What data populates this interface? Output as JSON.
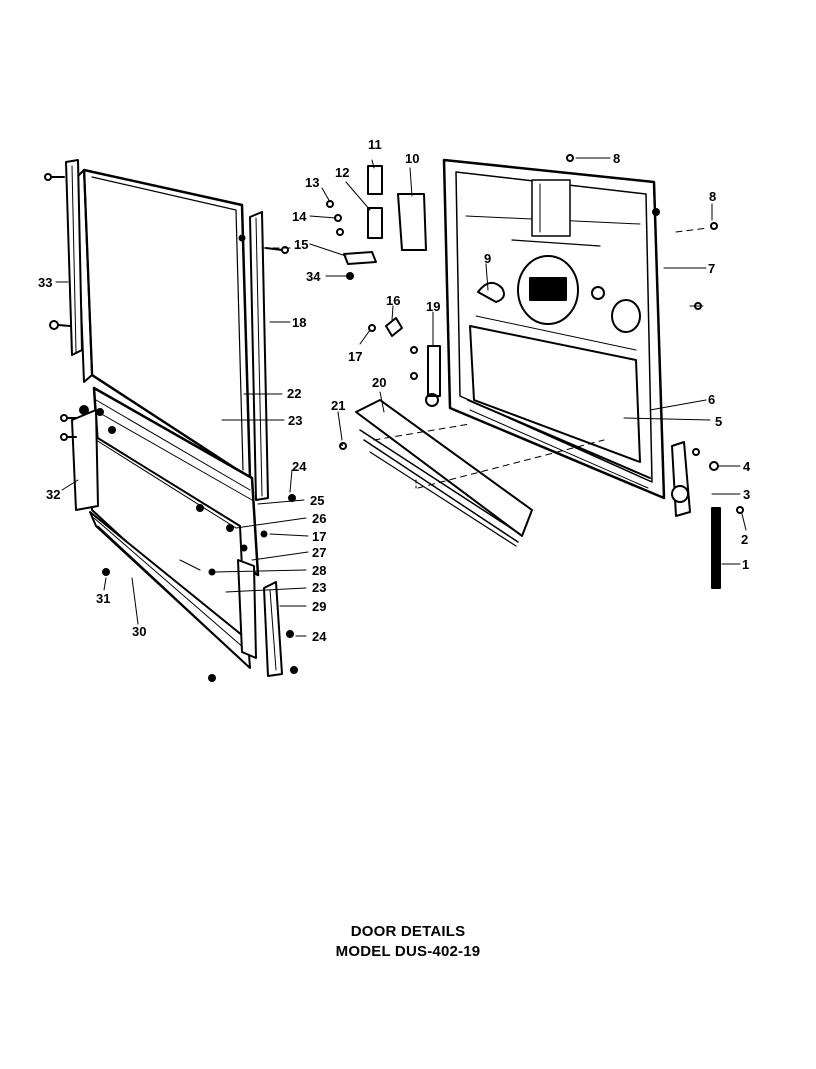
{
  "caption": {
    "line1": "DOOR DETAILS",
    "line2": "MODEL DUS-402-19"
  },
  "callouts": [
    "1",
    "2",
    "3",
    "4",
    "5",
    "6",
    "7",
    "8",
    "8",
    "9",
    "10",
    "11",
    "12",
    "13",
    "14",
    "15",
    "16",
    "17",
    "17",
    "18",
    "19",
    "20",
    "21",
    "22",
    "23",
    "23",
    "24",
    "24",
    "25",
    "26",
    "27",
    "28",
    "29",
    "30",
    "31",
    "32",
    "33",
    "34"
  ]
}
